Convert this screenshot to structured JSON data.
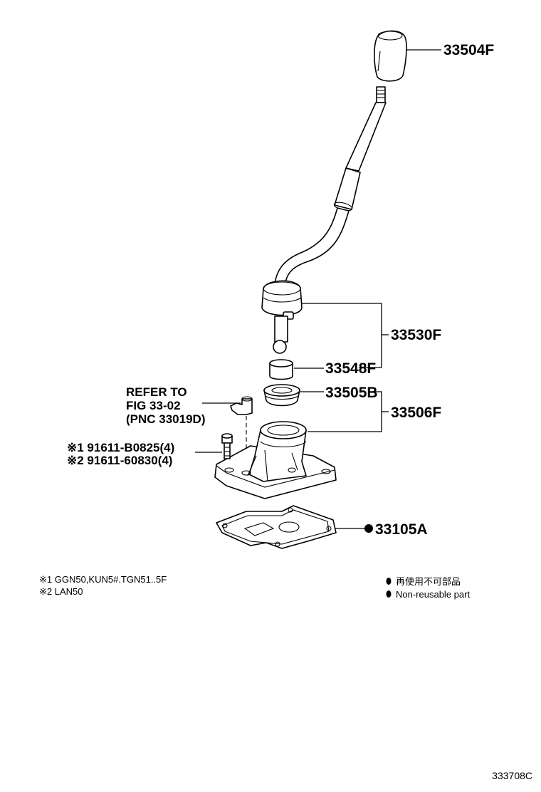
{
  "parts": {
    "knob": "33504F",
    "lever_assy": "33530F",
    "bushing": "33548F",
    "boot": "33505B",
    "housing_assy": "33506F",
    "gasket": "33105A"
  },
  "refer": {
    "line1": "REFER TO",
    "line2": "FIG 33-02",
    "line3": "(PNC 33019D)"
  },
  "bolts": {
    "bolt1": "※1 91611-B0825(4)",
    "bolt2": "※2 91611-60830(4)"
  },
  "footnotes": {
    "note1": "※1 GGN50,KUN5#.TGN51..5F",
    "note2": "※2 LAN50"
  },
  "legend": {
    "jp": "再使用不可部品",
    "en": "Non-reusable part"
  },
  "figure_code": "333708C"
}
